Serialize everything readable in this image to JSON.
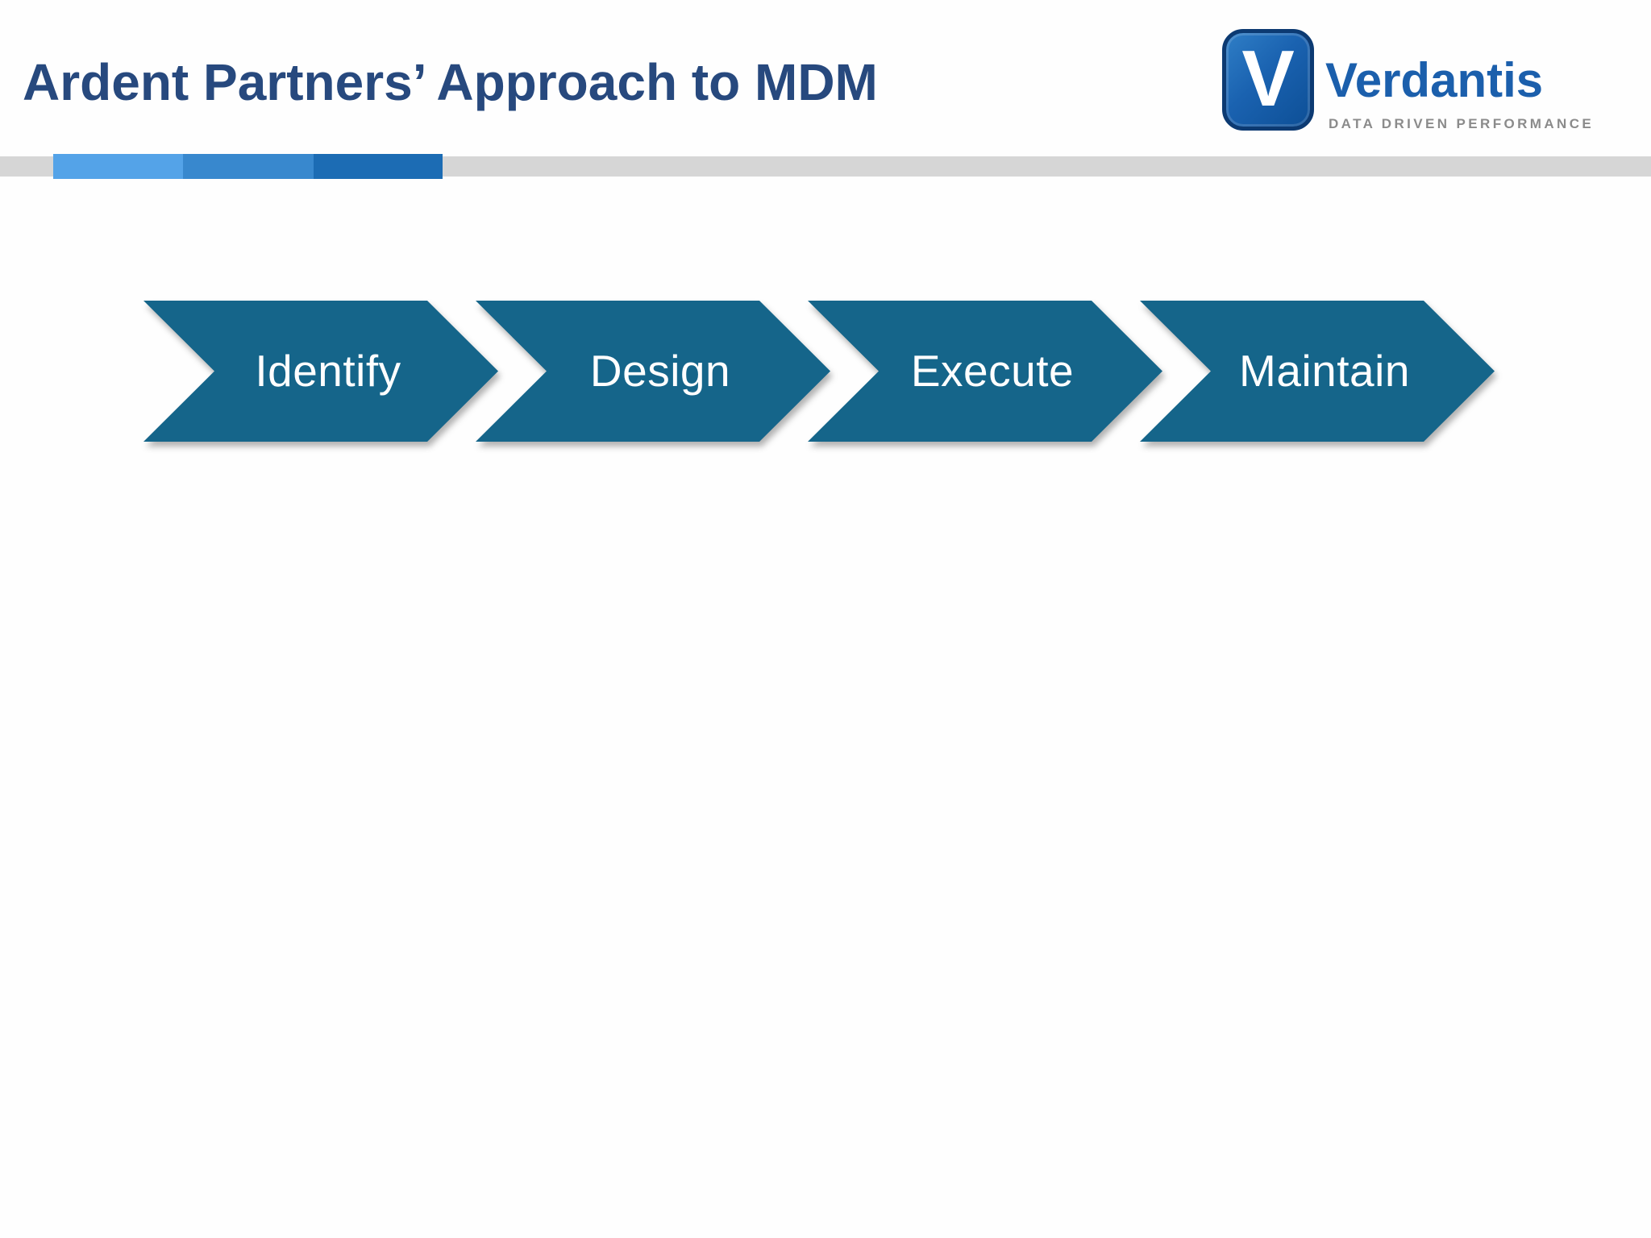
{
  "slide": {
    "title": "Ardent Partners’ Approach to MDM"
  },
  "logo": {
    "monogram": "V",
    "brand": "Verdantis",
    "tagline": "DATA DRIVEN PERFORMANCE"
  },
  "process_steps": [
    {
      "label": "Identify"
    },
    {
      "label": "Design"
    },
    {
      "label": "Execute"
    },
    {
      "label": "Maintain"
    }
  ],
  "colors": {
    "title": "#27497E",
    "chevron": "#15658A",
    "chevron_text": "#FFFFFF",
    "bar_gray": "#D6D6D6",
    "bar_blue_light": "#54A3E8",
    "bar_blue_medium": "#3888CE",
    "bar_blue_dark": "#1C6CB4",
    "logo_blue": "#1B5FAC",
    "tagline_gray": "#8B8B8B"
  }
}
